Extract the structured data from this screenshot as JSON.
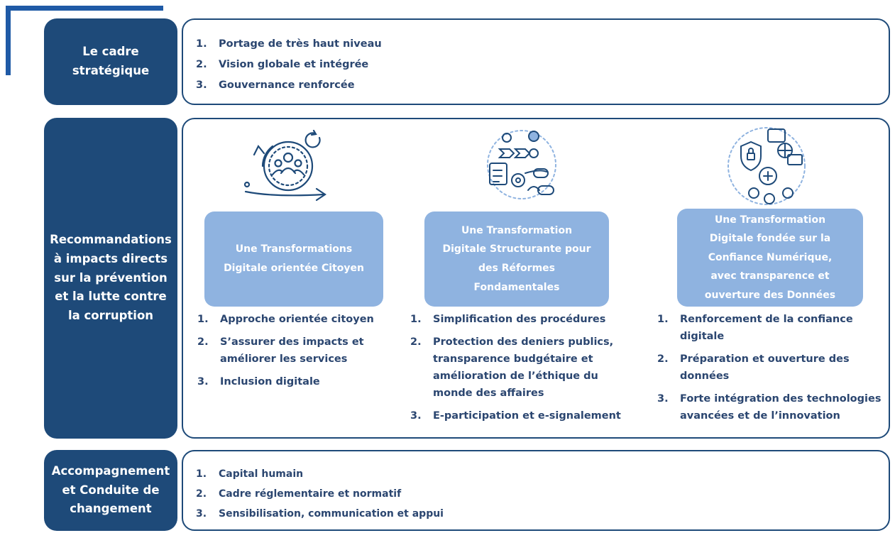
{
  "rows": {
    "strategic": {
      "label": "Le cadre\nstratégique",
      "items": [
        {
          "num": "1.",
          "text": "Portage de très haut niveau"
        },
        {
          "num": "2.",
          "text": "Vision globale et intégrée"
        },
        {
          "num": "3.",
          "text": "Gouvernance renforcée"
        }
      ]
    },
    "recommendations": {
      "label": "Recommandations\nà impacts directs\nsur la prévention\net la lutte contre\nla corruption",
      "pillars": [
        {
          "icon": "citizen-cycle-icon",
          "title": "Une Transformations\nDigitale orientée Citoyen",
          "items": [
            {
              "num": "1.",
              "text": "Approche orientée citoyen"
            },
            {
              "num": "2.",
              "text": "S’assurer des impacts et améliorer les services"
            },
            {
              "num": "3.",
              "text": "Inclusion digitale"
            }
          ]
        },
        {
          "icon": "process-reform-icon",
          "title": "Une Transformation\nDigitale Structurante pour\ndes  Réformes\nFondamentales",
          "items": [
            {
              "num": "1.",
              "text": "Simplification des procédures"
            },
            {
              "num": "2.",
              "text": "Protection des deniers publics, transparence budgétaire et amélioration de l’éthique du monde des affaires"
            },
            {
              "num": "3.",
              "text": "E-participation et e-signalement"
            }
          ]
        },
        {
          "icon": "digital-trust-icon",
          "title": "Une Transformation\nDigitale fondée sur la\nConfiance Numérique,\navec transparence et\nouverture des Données",
          "items": [
            {
              "num": "1.",
              "text": "Renforcement de la confiance digitale"
            },
            {
              "num": "2.",
              "text": "Préparation et ouverture des données"
            },
            {
              "num": "3.",
              "text": "Forte intégration des technologies avancées et de l’innovation"
            }
          ]
        }
      ]
    },
    "change": {
      "label": "Accompagnement\net Conduite de\nchangement",
      "items": [
        {
          "num": "1.",
          "text": "Capital humain"
        },
        {
          "num": "2.",
          "text": "Cadre réglementaire et normatif"
        },
        {
          "num": "3.",
          "text": "Sensibilisation, communication et appui"
        }
      ]
    }
  },
  "colors": {
    "dark_navy": "#1e4a79",
    "light_blue": "#8fb3e0",
    "accent_blue": "#1f5aa6"
  }
}
